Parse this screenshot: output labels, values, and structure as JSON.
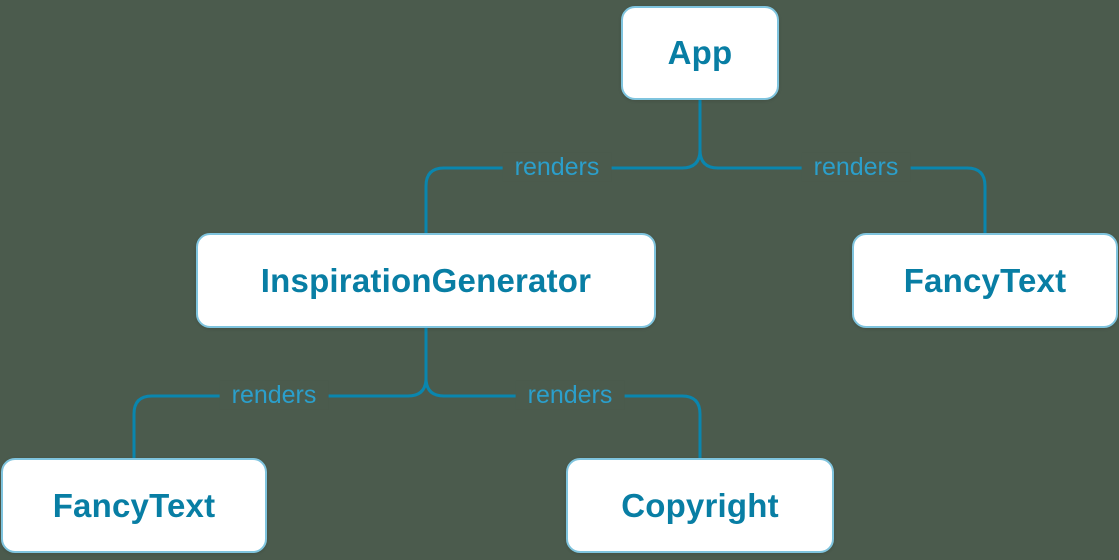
{
  "diagram": {
    "type": "render-tree",
    "description": "React component render tree"
  },
  "colors": {
    "background": "#4b5b4d",
    "line": "#0a86ae",
    "node_text": "#087ea4",
    "node_border": "#7fc4de",
    "node_fill": "#ffffff",
    "edge_label": "#2b9fcb"
  },
  "tree": {
    "nodes": [
      {
        "id": "app",
        "label": "App"
      },
      {
        "id": "inspiration-generator",
        "label": "InspirationGenerator"
      },
      {
        "id": "fancy-text-right",
        "label": "FancyText"
      },
      {
        "id": "fancy-text-left",
        "label": "FancyText"
      },
      {
        "id": "copyright",
        "label": "Copyright"
      }
    ],
    "edges": [
      {
        "from": "App",
        "to": "InspirationGenerator",
        "label": "renders"
      },
      {
        "from": "App",
        "to": "FancyText",
        "label": "renders"
      },
      {
        "from": "InspirationGenerator",
        "to": "FancyText",
        "label": "renders"
      },
      {
        "from": "InspirationGenerator",
        "to": "Copyright",
        "label": "renders"
      }
    ]
  }
}
